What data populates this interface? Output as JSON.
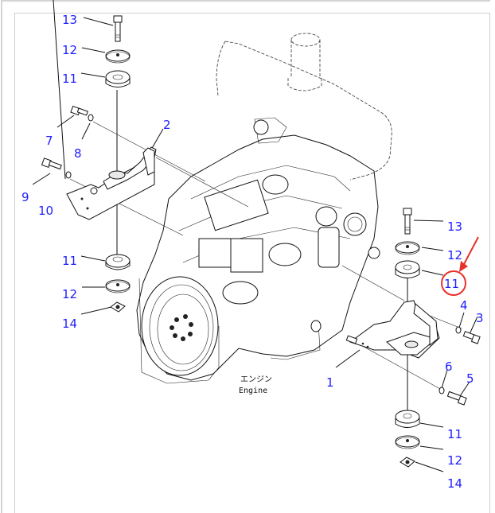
{
  "diagram": {
    "title": "Engine mount parts diagram",
    "engine_caption_jp": "エンジン",
    "engine_caption_en": "Engine",
    "highlight_color": "#e8312a",
    "callout_color": "#1f1fff",
    "highlighted_callout": "11",
    "callouts": [
      {
        "id": "13",
        "group": "left-top-bolt"
      },
      {
        "id": "12",
        "group": "left-top-washer"
      },
      {
        "id": "11",
        "group": "left-top-cushion"
      },
      {
        "id": "7",
        "group": "left-bolt"
      },
      {
        "id": "8",
        "group": "left-washer"
      },
      {
        "id": "2",
        "group": "left-bracket"
      },
      {
        "id": "9",
        "group": "left-bolt-lower"
      },
      {
        "id": "10",
        "group": "left-washer-lower"
      },
      {
        "id": "11",
        "group": "left-bottom-cushion"
      },
      {
        "id": "12",
        "group": "left-bottom-washer"
      },
      {
        "id": "14",
        "group": "left-bottom-nut"
      },
      {
        "id": "13",
        "group": "right-top-bolt"
      },
      {
        "id": "12",
        "group": "right-top-washer"
      },
      {
        "id": "11",
        "group": "right-top-cushion"
      },
      {
        "id": "4",
        "group": "right-washer"
      },
      {
        "id": "3",
        "group": "right-bolt"
      },
      {
        "id": "1",
        "group": "right-bracket"
      },
      {
        "id": "6",
        "group": "right-washer-lower"
      },
      {
        "id": "5",
        "group": "right-bolt-lower"
      },
      {
        "id": "11",
        "group": "right-bottom-cushion"
      },
      {
        "id": "12",
        "group": "right-bottom-washer"
      },
      {
        "id": "14",
        "group": "right-bottom-nut"
      }
    ]
  }
}
